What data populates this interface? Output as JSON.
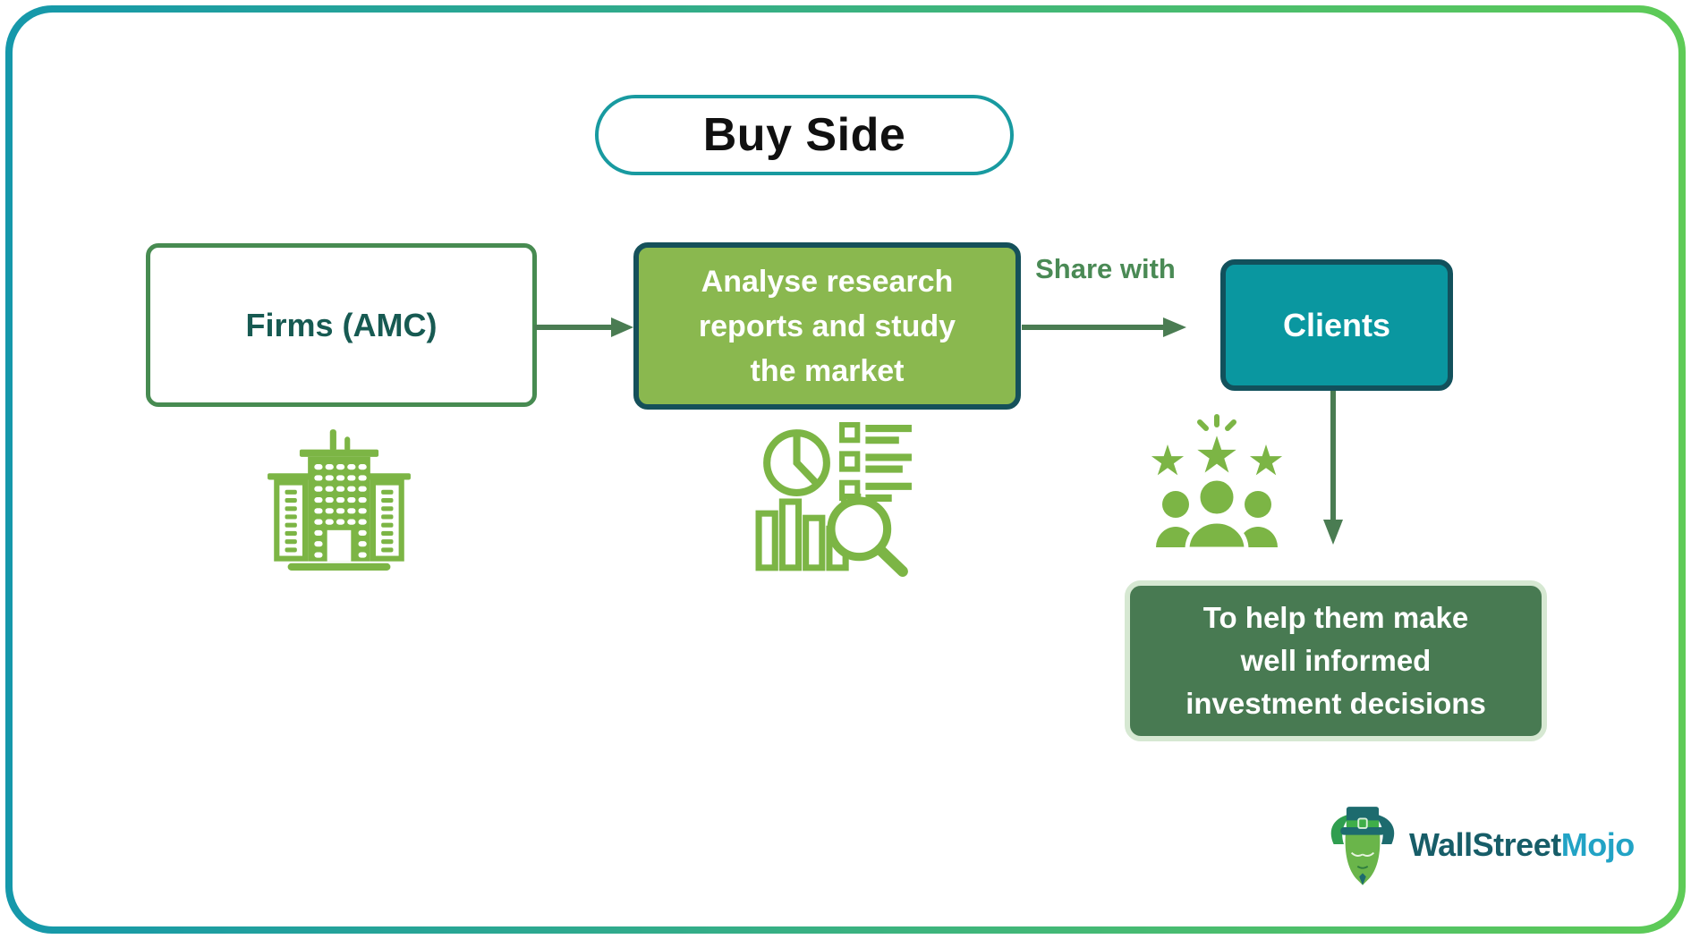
{
  "title": "Buy Side",
  "flow": {
    "firms": {
      "label": "Firms (AMC)"
    },
    "analyse": {
      "label": "Analyse research reports and study the market",
      "lines": [
        "Analyse research",
        "reports and study",
        "the market"
      ]
    },
    "share_with": "Share with",
    "clients": {
      "label": "Clients"
    },
    "outcome": {
      "label": "To help them make well informed investment decisions",
      "lines": [
        "To help them make",
        "well informed",
        "investment decisions"
      ]
    }
  },
  "icons": {
    "firms": "building-icon",
    "analyse": "research-analysis-icon",
    "clients": "clients-group-stars-icon",
    "logo": "bull-mascot-icon"
  },
  "logo": {
    "brand_primary": "WallStreet",
    "brand_secondary": "Mojo"
  },
  "colors": {
    "frame_gradient_start": "#1598ab",
    "frame_gradient_end": "#5ecb57",
    "title_border": "#189aa0",
    "firms_border": "#478b51",
    "firms_text": "#175a52",
    "arrow": "#4a7c52",
    "analyse_fill": "#8ab84f",
    "analyse_border": "#15505a",
    "share_with_text": "#4a8a55",
    "clients_fill": "#0a97a0",
    "clients_border": "#12515c",
    "icon_green": "#7cb545",
    "outcome_fill": "#487a52",
    "outcome_border": "#d6e8d2",
    "logo_primary": "#175d68",
    "logo_secondary": "#22a3c5"
  }
}
